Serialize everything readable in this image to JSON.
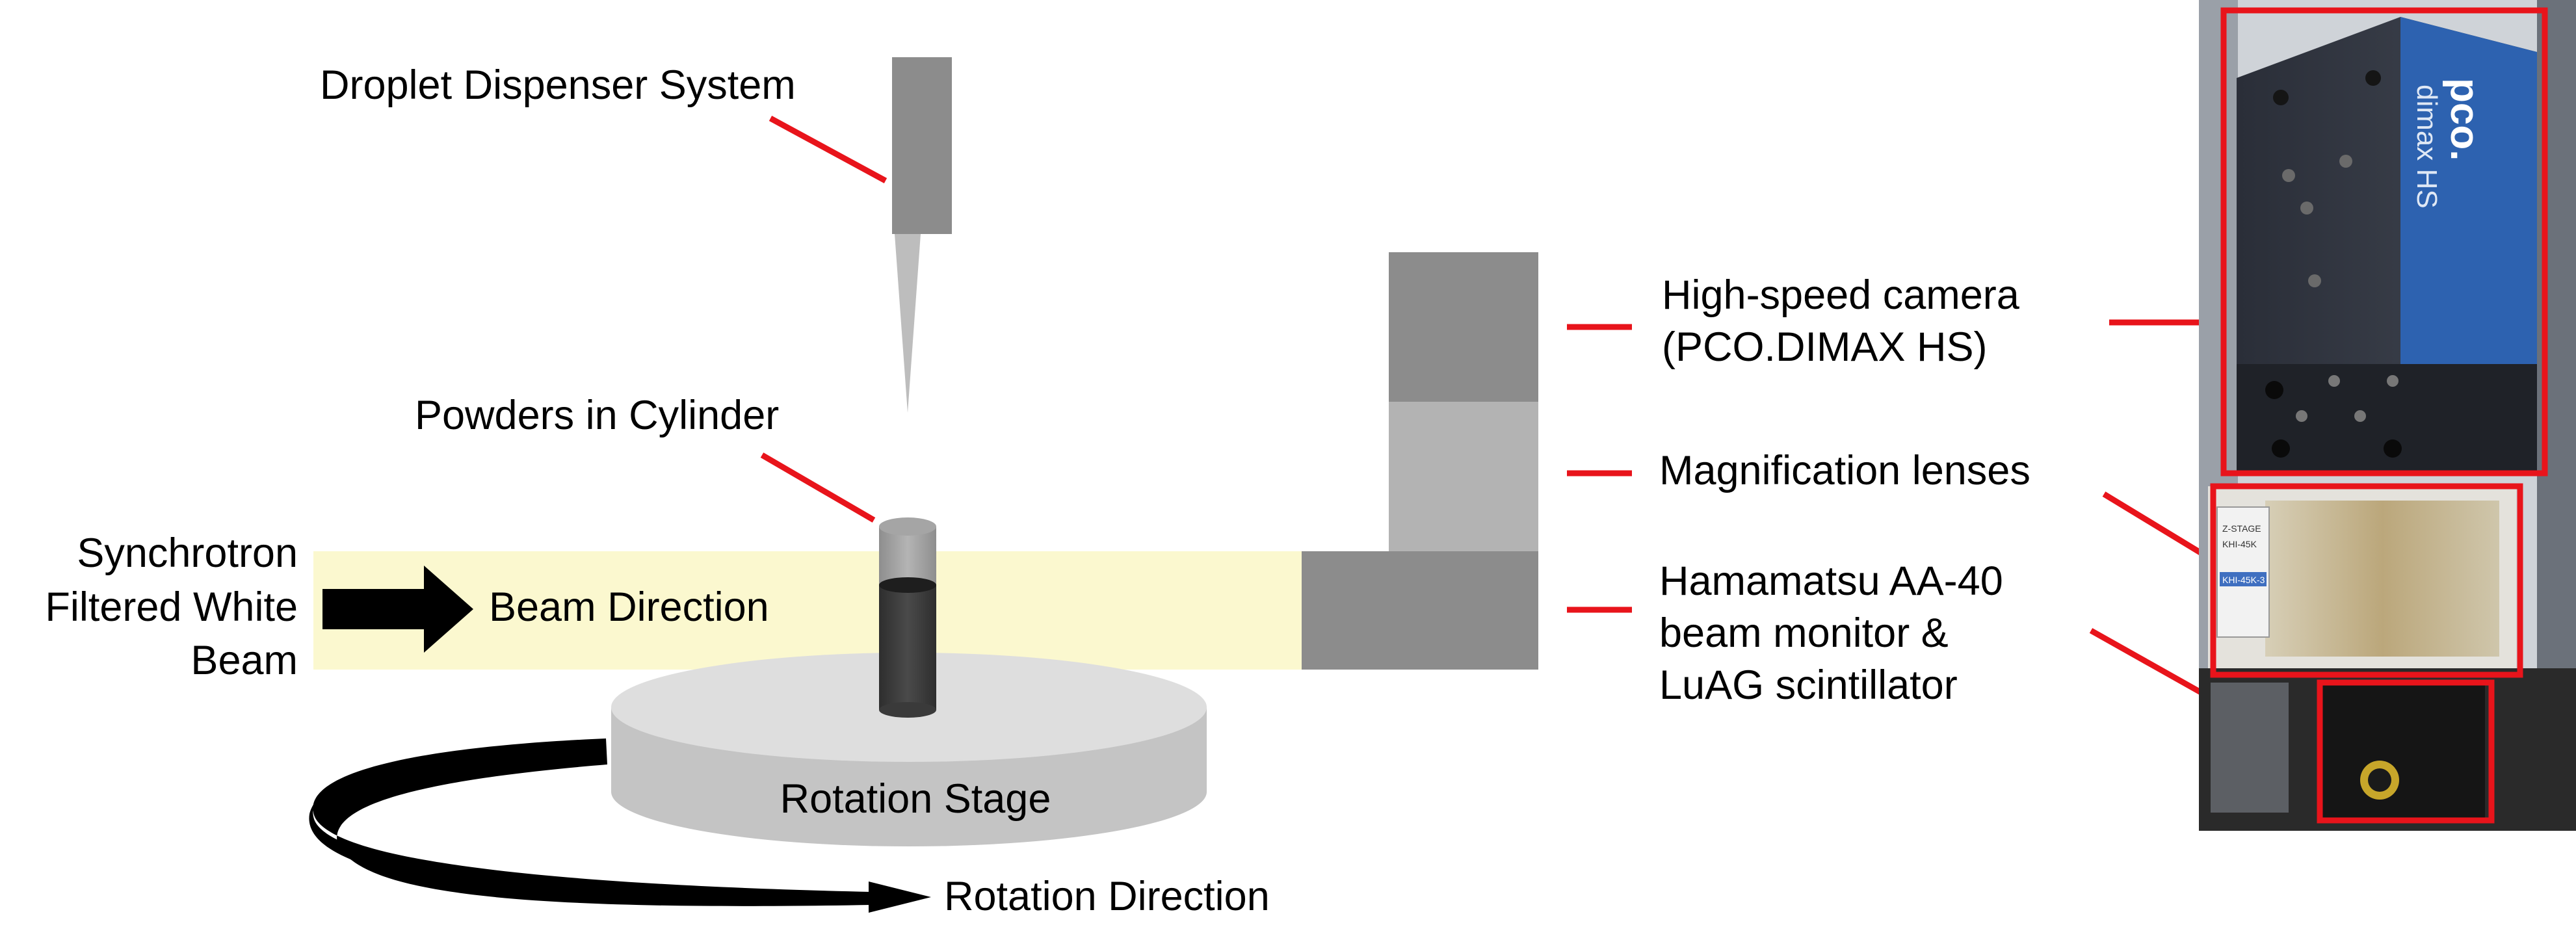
{
  "labels": {
    "droplet_dispenser": "Droplet Dispenser System",
    "powders": "Powders in Cylinder",
    "synchrotron_line1": "Synchrotron",
    "synchrotron_line2": "Filtered White",
    "synchrotron_line3": "Beam",
    "beam_direction": "Beam Direction",
    "rotation_stage": "Rotation Stage",
    "rotation_direction": "Rotation Direction",
    "camera_line1": "High-speed camera",
    "camera_line2": "(PCO.DIMAX HS)",
    "lenses": "Magnification lenses",
    "monitor_line1": "Hamamatsu AA-40",
    "monitor_line2": "beam monitor &",
    "monitor_line3": "LuAG scintillator"
  },
  "photo": {
    "camera_brand": "pco.",
    "camera_model": "dimax HS",
    "stage_label": "Z-STAGE",
    "stage_code": "KHI-45K",
    "stage_tag": "KHI-45K-3"
  },
  "colors": {
    "beam": "#fbf8cf",
    "callout": "#e8141b",
    "dark_gray": "#8c8c8c",
    "light_gray": "#b3b3b3",
    "camera_blue": "#2d62b0"
  }
}
